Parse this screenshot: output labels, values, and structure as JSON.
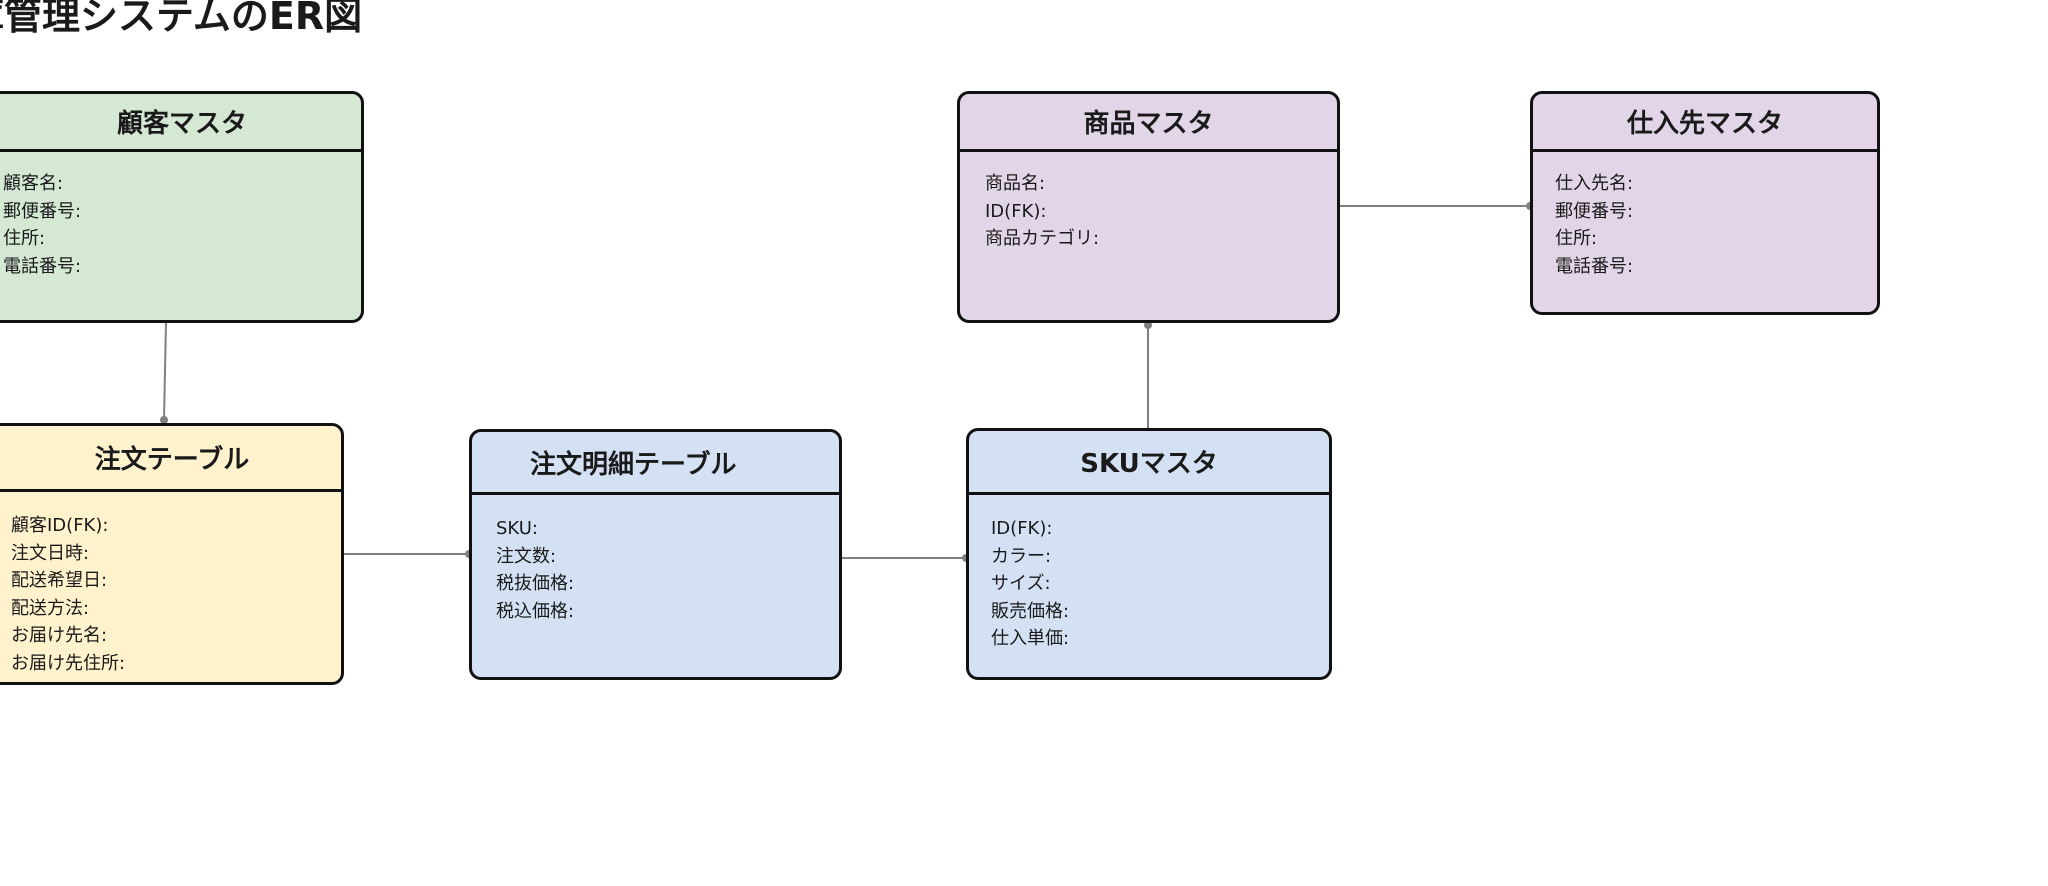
{
  "diagram": {
    "title": "庫管理システムのER図"
  },
  "colors": {
    "customer_fill": "#d5e8d4",
    "product_fill": "#e1d5e7",
    "supplier_fill": "#e1d5e7",
    "order_fill": "#fff2cc",
    "order_detail_fill": "#d4e1f5",
    "sku_fill": "#d4e1f5",
    "border": "#111111",
    "connector": "#808080"
  },
  "entities": {
    "customer": {
      "title": "顧客マスタ",
      "fields": [
        "顧客名:",
        "郵便番号:",
        "住所:",
        "電話番号:"
      ]
    },
    "product": {
      "title": "商品マスタ",
      "fields": [
        "商品名:",
        "ID(FK):",
        "商品カテゴリ:"
      ]
    },
    "supplier": {
      "title": "仕入先マスタ",
      "fields": [
        "仕入先名:",
        "郵便番号:",
        "住所:",
        "電話番号:"
      ]
    },
    "order": {
      "title": "注文テーブル",
      "fields": [
        "顧客ID(FK):",
        "注文日時:",
        "配送希望日:",
        "配送方法:",
        "お届け先名:",
        "お届け先住所:"
      ]
    },
    "order_detail": {
      "title": "注文明細テーブル",
      "fields": [
        "SKU:",
        "注文数:",
        "税抜価格:",
        "税込価格:"
      ]
    },
    "sku": {
      "title": "SKUマスタ",
      "fields": [
        "ID(FK):",
        "カラー:",
        "サイズ:",
        "販売価格:",
        "仕入単価:"
      ]
    }
  }
}
